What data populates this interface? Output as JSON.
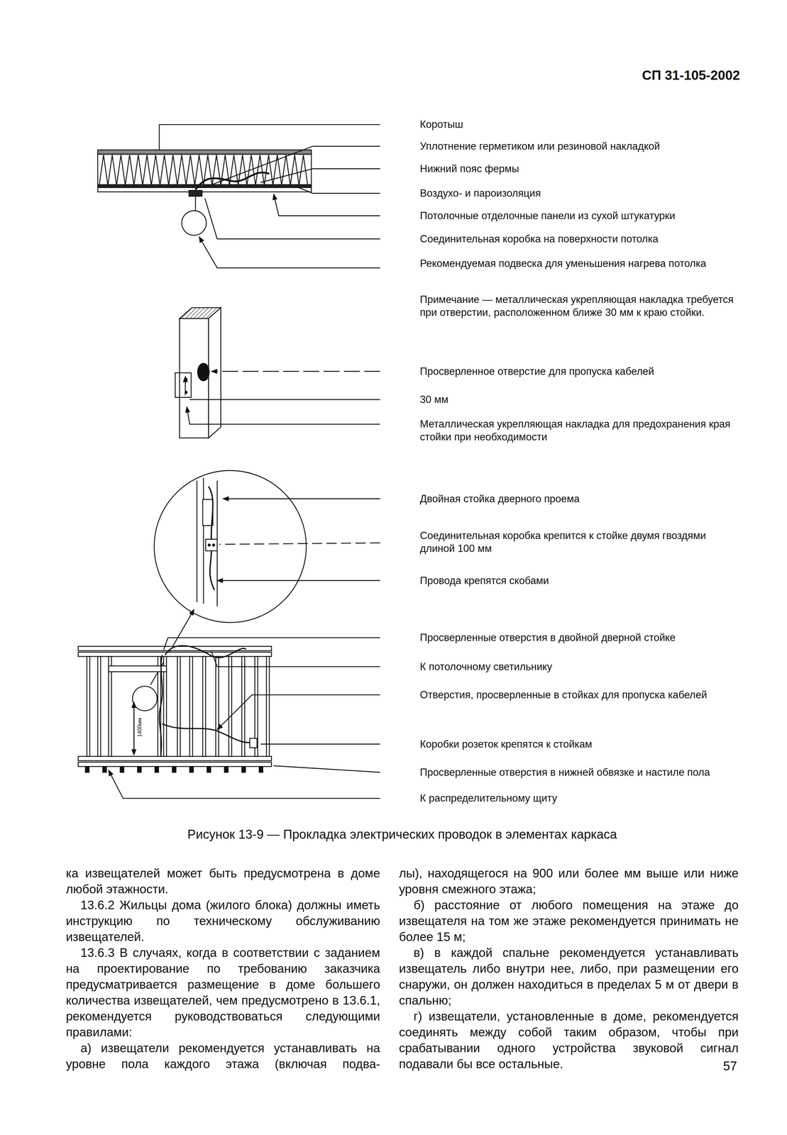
{
  "diagram": {
    "caption": "Рисунок 13-9 — Прокладка электрических проводок в элементах каркаса",
    "labels": [
      "СП 31-105-2002",
      "Коротыш",
      "Уплотнение герметиком или резиновой накладкой",
      "Нижний пояс фермы",
      "Воздухо- и пароизоляция",
      "Потолочные отделочные панели из сухой штукатурки",
      "Соединительная коробка на поверхности потолка",
      "Рекомендуемая подвеска для уменьшения нагрева потолка",
      "Примечание — металлическая укрепляющая накладка требуется при отверстии, расположенном ближе 30 мм к краю стойки.",
      "Просверленное отверстие для пропуска кабелей",
      "30 мм",
      "Металлическая укрепляющая накладка для предохранения края стойки при необходимости",
      "Двойная стойка дверного проема",
      "Соединительная коробка крепится к стойке двумя гвоздями длиной 100 мм",
      "Провода крепятся скобами",
      "Просверленные отверстия в двойной дверной стойке",
      "К потолочному светильнику",
      "Отверстия, просверленные в стойках для пропуска кабелей",
      "Коробки розеток крепятся к стойкам",
      "Просверленные отверстия в нижней обвязке и настиле пола",
      "К распределительному щиту",
      "1400мм",
      "ка извещателей может быть предусмотрена в доме любой этажности.",
      "13.6.2 Жильцы дома (жилого блока) должны иметь инструкцию по техническому обслуживанию извещателей.",
      "13.6.3 В случаях, когда в соответствии с заданием на проектирование по требованию заказчика предусматривается размещение в доме большего количества извещателей, чем предусмотрено в 13.6.1, рекомендуется руководствоваться следующими правилами:",
      "а) извещатели рекомендуется устанавливать на уровне пола каждого этажа (включая подва-",
      "лы), находящегося на 900 или более мм выше или ниже уровня смежного этажа;",
      "б) расстояние от любого помещения на этаже до извещателя на том же этаже рекомендуется принимать не более 15 м;",
      "в) в каждой спальне рекомендуется устанавливать извещатель либо внутри нее, либо, при размещении его снаружи, он должен находиться в пределах 5 м от двери в спальню;",
      "г) извещатели, установленные в доме, рекомендуется соединять между собой таким образом, чтобы при срабатывании одного устройства звуковой сигнал подавали бы все остальные.",
      "57"
    ]
  }
}
